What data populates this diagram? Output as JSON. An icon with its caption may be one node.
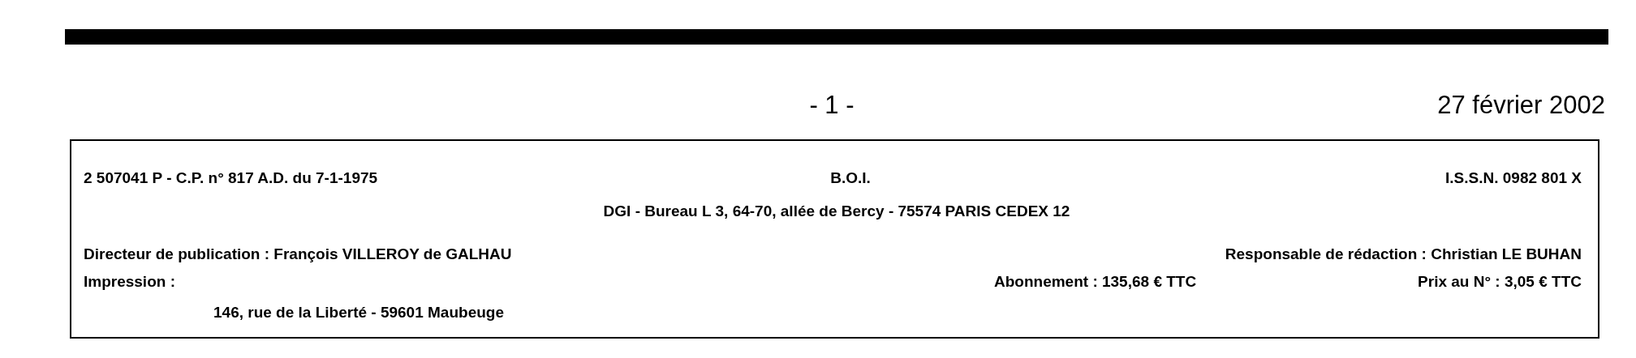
{
  "diagram": {
    "nodes": [
      {
        "text": [
          "2 507041 P - C.P. n° 817 A.D. du 7-1-1975",
          "B.O.I.",
          "I.S.S.N. 0982 801 X",
          "DGI - Bureau L 3, 64-70, allée de Bercy - 75574 PARIS CEDEX 12",
          "Directeur de publication : François VILLEROY de GALHAU",
          "Responsable de rédaction : Christian LE BUHAN",
          "Impression :",
          "146, rue de la Liberté - 59601 Maubeuge",
          "Abonnement : 135,68 € TTC",
          "Prix au N° : 3,05 € TTC"
        ]
      }
    ],
    "labels": [
      "- 1 -",
      "27 février 2002"
    ]
  }
}
